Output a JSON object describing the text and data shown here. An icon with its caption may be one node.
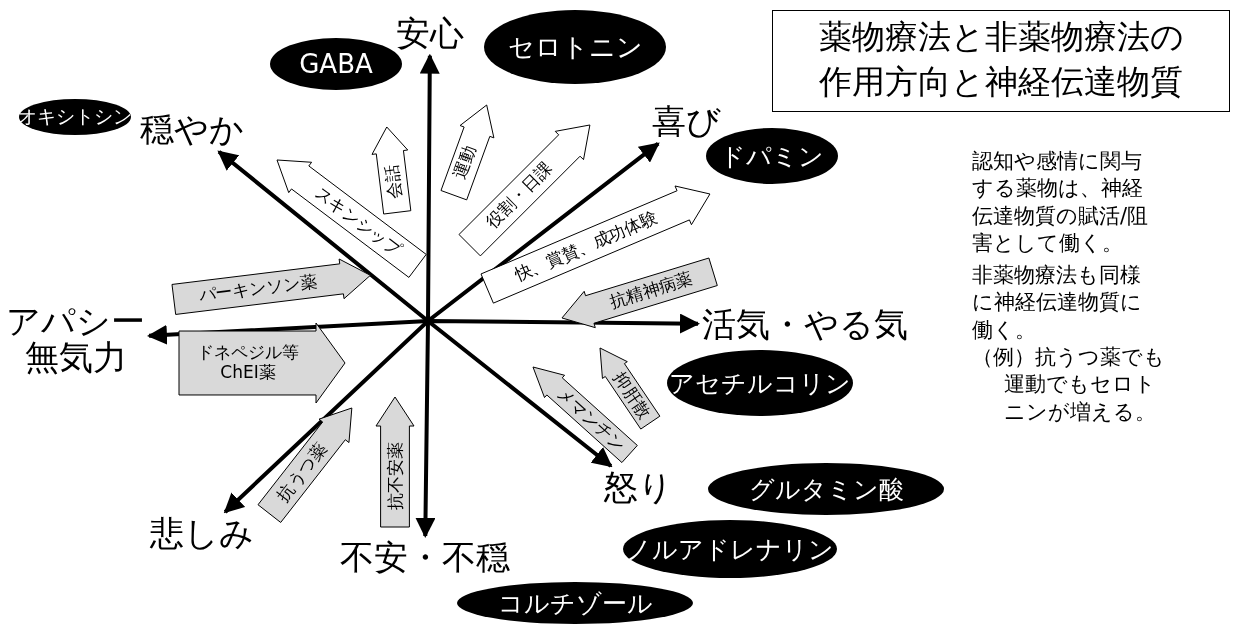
{
  "diagram": {
    "title": "薬物療法と非薬物療法の作用方向と神経伝達物質",
    "nodes": [
      {
        "text": [
          "オキシトシン"
        ]
      },
      {
        "text": [
          "GABA"
        ]
      },
      {
        "text": [
          "セロトニン"
        ]
      },
      {
        "text": [
          "運動"
        ]
      },
      {
        "text": [
          "会話"
        ]
      },
      {
        "text": [
          "役割・日課"
        ]
      },
      {
        "text": [
          "スキンシップ"
        ]
      },
      {
        "text": [
          "ドパミン"
        ]
      },
      {
        "text": [
          "快、賞賛、成功体験"
        ]
      },
      {
        "text": [
          "パーキンソン薬"
        ]
      },
      {
        "text": [
          "抗精神病薬"
        ]
      },
      {
        "text": [
          "ドネペジル等ChEI薬"
        ]
      },
      {
        "text": [
          "抑肝散"
        ]
      },
      {
        "text": [
          "メマンチン"
        ]
      },
      {
        "text": [
          "アセチルコリン"
        ]
      },
      {
        "text": [
          "抗うつ薬"
        ]
      },
      {
        "text": [
          "抗不安薬"
        ]
      },
      {
        "text": [
          "グルタミン酸"
        ]
      },
      {
        "text": [
          "ノルアドレナリン"
        ]
      },
      {
        "text": [
          "コルチゾール"
        ]
      },
      {
        "text": [
          "安心"
        ]
      },
      {
        "text": [
          "穏やか"
        ]
      },
      {
        "text": [
          "喜び"
        ]
      },
      {
        "text": [
          "アパシー",
          "無気力"
        ]
      },
      {
        "text": [
          "活気・やる気"
        ]
      },
      {
        "text": [
          "怒り"
        ]
      },
      {
        "text": [
          "悲しみ"
        ]
      },
      {
        "text": [
          "不安・不穏"
        ]
      }
    ],
    "edges": [
      {
        "from": 20,
        "to": 27,
        "arrow": "both"
      },
      {
        "from": 23,
        "to": 24,
        "arrow": "both"
      },
      {
        "from": 21,
        "to": 25,
        "arrow": "both"
      },
      {
        "from": 22,
        "to": 26,
        "arrow": "both"
      }
    ],
    "labels": [
      "認知や感情に関与する薬物は、神経伝達物質の賦活/阻害として働く。",
      "非薬物療法も同様に神経伝達物質に働く。",
      "（例）抗うつ薬でも運動でもセロトニンが増える。"
    ]
  }
}
